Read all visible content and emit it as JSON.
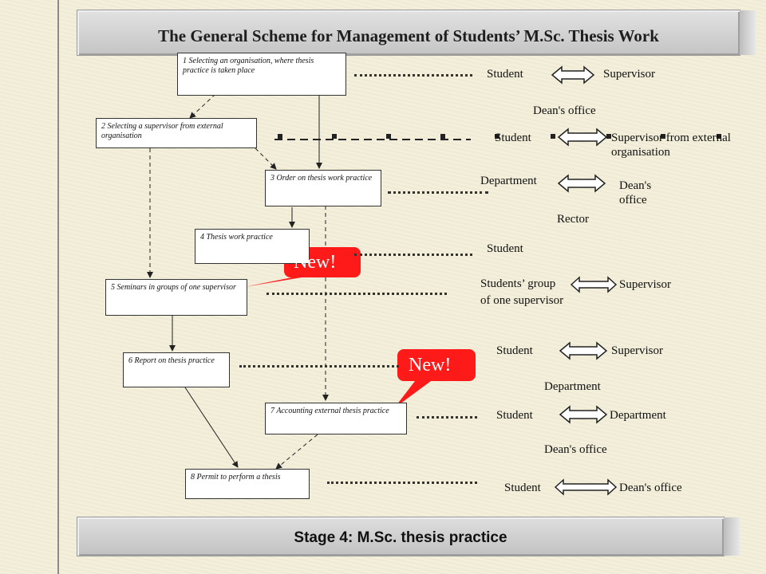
{
  "title": "The General Scheme for Management of Students’ M.Sc. Thesis Work",
  "stage": "Stage 4:  M.Sc. thesis practice",
  "steps": [
    {
      "num": "1",
      "text": "Selecting an organisation, where thesis practice is taken place"
    },
    {
      "num": "2",
      "text": "Selecting a supervisor from external organisation"
    },
    {
      "num": "3",
      "text": "Order on thesis work practice"
    },
    {
      "num": "4",
      "text": "Thesis work practice"
    },
    {
      "num": "5",
      "text": "Seminars in groups of one supervisor"
    },
    {
      "num": "6",
      "text": "Report on thesis practice"
    },
    {
      "num": "7",
      "text": "Accounting external thesis practice"
    },
    {
      "num": "8",
      "text": "Permit to perform a thesis"
    }
  ],
  "roles": {
    "r1_left": "Student",
    "r1_right": "Supervisor",
    "r1_below": "Dean's office",
    "r2_left": "Student",
    "r2_right": "Supervisor from external organisation",
    "r3_left": "Department",
    "r3_right": "Dean's office",
    "r3_below": "Rector",
    "r4": "Student",
    "r5_left": "Students’ group of one supervisor",
    "r5_right": "Supervisor",
    "r6_left": "Student",
    "r6_right": "Supervisor",
    "r6_below": "Department",
    "r7_left": "Student",
    "r7_right": "Department",
    "r7_below": "Dean's  office",
    "r8_left": "Student",
    "r8_right": "Dean's office"
  },
  "callouts": [
    {
      "text": "New!"
    },
    {
      "text": "New!"
    }
  ],
  "colors": {
    "callout": "#ff1a1a",
    "arrow": "#222222"
  }
}
